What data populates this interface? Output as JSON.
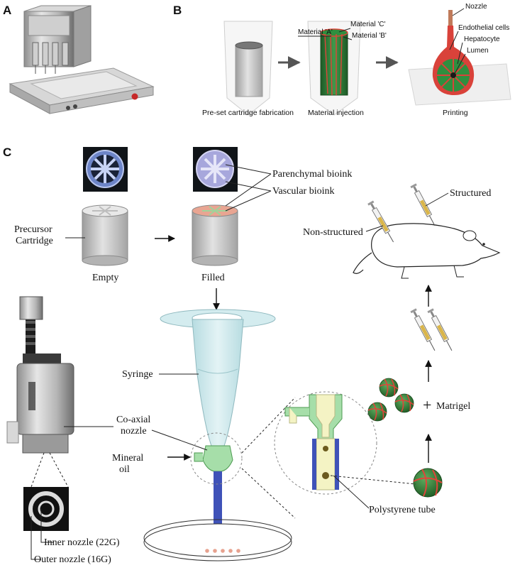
{
  "panels": {
    "a": "A",
    "b": "B",
    "c": "C"
  },
  "panel_b": {
    "label_nozzle": "Nozzle",
    "label_material_a": "Material 'A'",
    "label_material_b": "Material 'B'",
    "label_material_c": "Material 'C'",
    "label_endothelial": "Endothelial cells",
    "label_hepatocyte": "Hepatocyte",
    "label_lumen": "Lumen",
    "caption_preset": "Pre-set cartridge fabrication",
    "caption_injection": "Material injection",
    "caption_printing": "Printing"
  },
  "panel_c": {
    "label_precursor": "Precursor",
    "label_cartridge": "Cartridge",
    "caption_empty": "Empty",
    "caption_filled": "Filled",
    "label_parenchymal": "Parenchymal bioink",
    "label_vascular": "Vascular bioink",
    "label_structured": "Structured",
    "label_nonstructured": "Non-structured",
    "label_syringe": "Syringe",
    "label_coaxial_1": "Co-axial",
    "label_coaxial_2": "nozzle",
    "label_mineral_1": "Mineral",
    "label_mineral_2": "oil",
    "label_matrigel": "Matrigel",
    "symbol_plus": "+",
    "label_polystyrene": "Polystyrene tube",
    "label_inner": "Inner nozzle (22G)",
    "label_outer": "Outer nozzle (16G)"
  },
  "colors": {
    "vascular": "#d9423a",
    "parenchymal": "#2f8f3f",
    "syringe_body": "#cfe8ec",
    "nozzle_green": "#9fd9a2",
    "tube_yellow": "#f4f3c4",
    "tube_blue": "#3f52b8"
  }
}
